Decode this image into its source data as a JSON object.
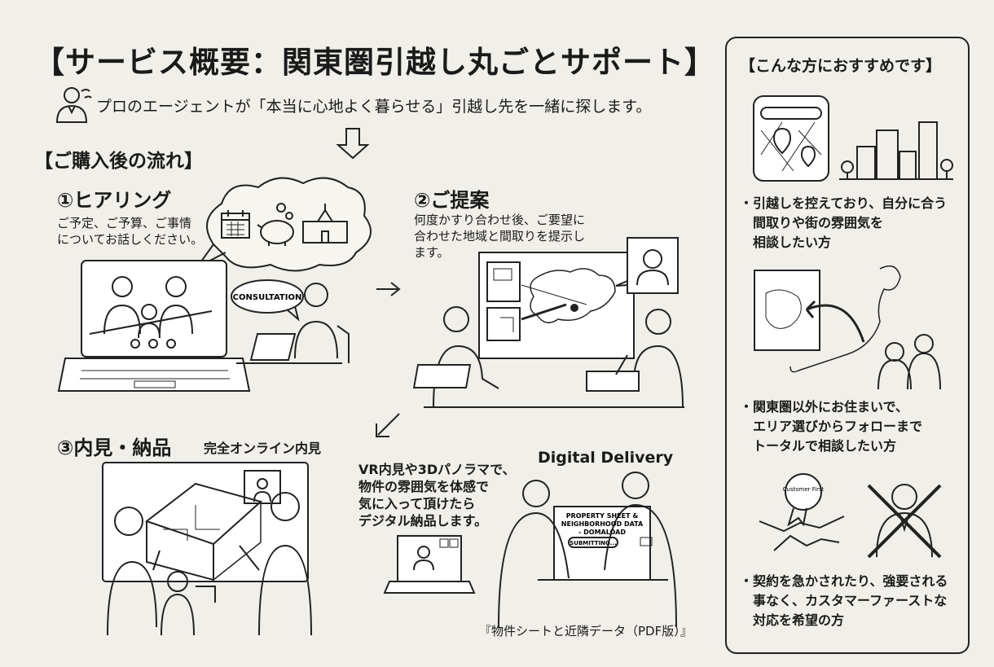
{
  "title": "【サービス概要：関東圏引越し丸ごとサポート】",
  "intro": "プロのエージェントが「本当に心地よく暮らせる」引越し先を一緒に探します。",
  "flow_heading": "【ご購入後の流れ】",
  "steps": [
    {
      "heading": "①ヒアリング",
      "text": "ご予定、ご予算、ご事情\nについてお話しください。",
      "badge": "CONSULTATION"
    },
    {
      "heading": "②ご提案",
      "text": "何度かすり合わせ後、ご要望に\n合わせた地域と間取りを提示し\nます。"
    },
    {
      "heading": "③内見・納品",
      "subheading": "完全オンライン内見",
      "text": "VR内見や3Dパノラマで、\n物件の雰囲気を体感で\n気に入って頂けたら\nデジタル納品します。",
      "delivery_title": "Digital Delivery",
      "screen_line1": "PROPERTY SHEET &",
      "screen_line2": "NEIGHBORHOOD DATA",
      "screen_line3": "- DOMALOAD",
      "screen_button": "SUBMITTING...",
      "caption": "『物件シートと近隣データ（PDF版）』"
    }
  ],
  "sidebar": {
    "heading": "【こんな方におすすめです】",
    "items": [
      "・引越しを控えており、自分に合う\n　間取りや街の雰囲気を\n　相談したい方",
      "・関東圏以外にお住まいで、\n　エリア選びからフォローまで\n　トータルで相談したい方",
      "・契約を急かされたり、強要される\n　事なく、カスタマーファーストな\n　対応を希望の方"
    ],
    "badge_text": "Customer First"
  },
  "icons": [
    "person-icon",
    "down-arrow-icon",
    "calendar-icon",
    "piggy-bank-icon",
    "school-icon",
    "smartphone-map-icon",
    "city-icon",
    "japan-map-icon",
    "handshake-icon"
  ]
}
